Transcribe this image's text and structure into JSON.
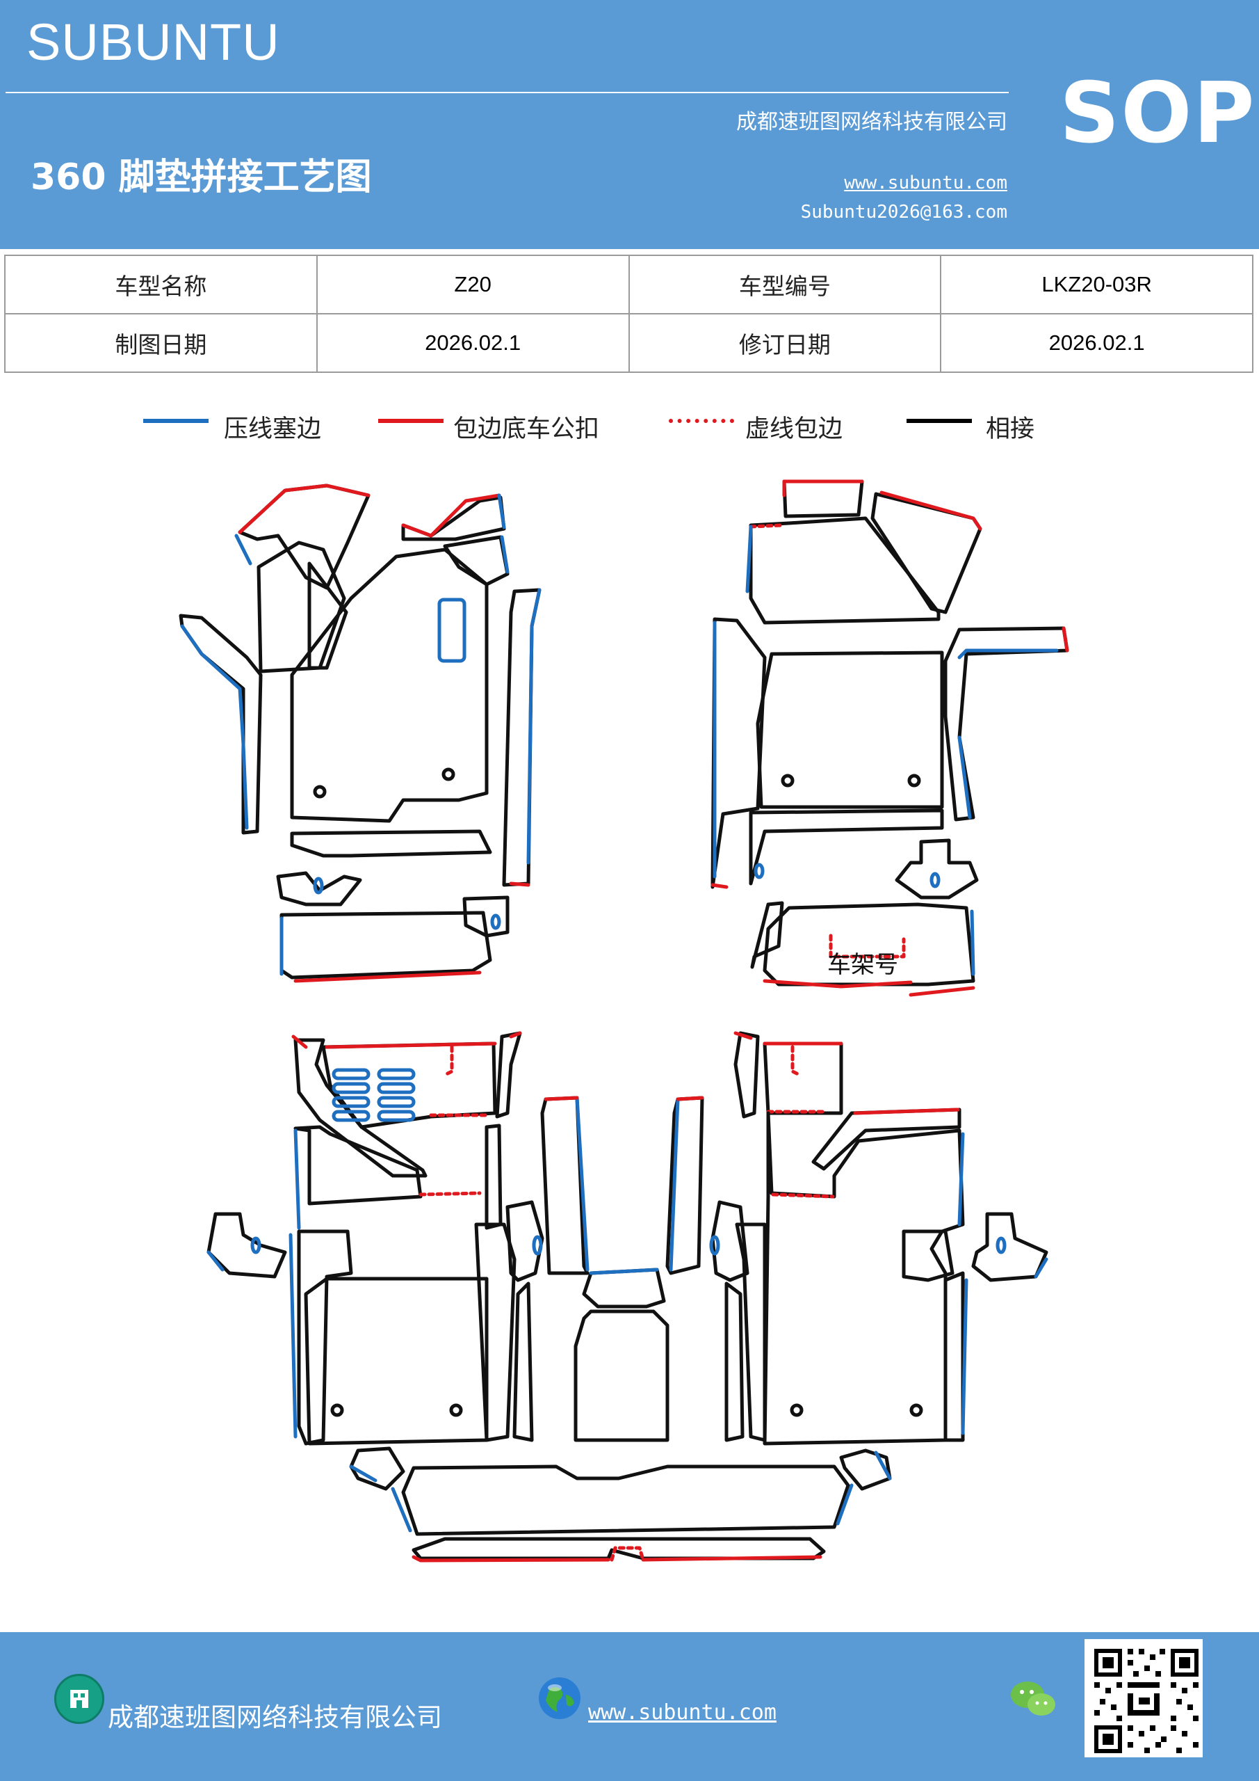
{
  "header": {
    "brand": "SUBUNTU",
    "title": "360 脚垫拼接工艺图",
    "company": "成都速班图网络科技有限公司",
    "website": "www.subuntu.com",
    "email": "Subuntu2026@163.com",
    "badge": "SOP"
  },
  "info": {
    "model_name_label": "车型名称",
    "model_name_value": "Z20",
    "model_code_label": "车型编号",
    "model_code_value": "LKZ20-03R",
    "draw_date_label": "制图日期",
    "draw_date_value": "2026.02.1",
    "revision_date_label": "修订日期",
    "revision_date_value": "2026.02.1"
  },
  "legend": [
    {
      "label": "压线塞边",
      "color": "#1f6fc0",
      "style": "solid"
    },
    {
      "label": "包边底车公扣",
      "color": "#e0191e",
      "style": "solid"
    },
    {
      "label": "虚线包边",
      "color": "#e0191e",
      "style": "dotted"
    },
    {
      "label": "相接",
      "color": "#000000",
      "style": "solid"
    }
  ],
  "drawing": {
    "vin_label": "车架号",
    "colors": {
      "blue": "#1f6fc0",
      "red": "#e0191e",
      "black": "#111111"
    }
  },
  "footer": {
    "company": "成都速班图网络科技有限公司",
    "website": "www.subuntu.com",
    "building_icon": "building-icon",
    "globe_icon": "globe-icon",
    "wechat_icon": "wechat-icon"
  },
  "colors": {
    "header_bg": "#5b9bd5",
    "table_border": "#9a9a9a"
  }
}
